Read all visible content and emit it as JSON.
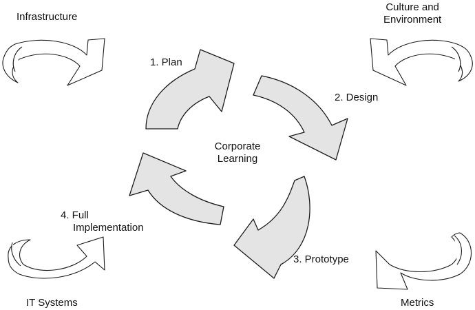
{
  "center_label": [
    "Corporate",
    "Learning"
  ],
  "cycle_steps": [
    {
      "label": "1. Plan"
    },
    {
      "label": "2. Design"
    },
    {
      "label": "3. Prototype"
    },
    {
      "label": [
        "4. Full",
        "Implementation"
      ]
    }
  ],
  "corners": {
    "top_left": [
      "Infrastructure"
    ],
    "top_right": [
      "Culture and",
      "Environment"
    ],
    "bottom_left": [
      "IT Systems"
    ],
    "bottom_right": [
      "Metrics"
    ]
  },
  "colors": {
    "cycle_arrow_fill": "#e4e4e4",
    "corner_arrow_fill": "#ffffff",
    "stroke": "#1a1a1a",
    "text": "#111111"
  }
}
